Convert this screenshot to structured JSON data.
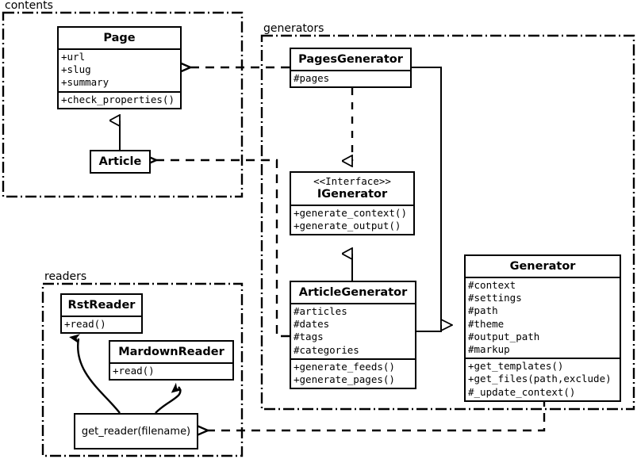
{
  "diagram": {
    "title": "Pelican architecture UML class diagram",
    "stroke_color": "#000000",
    "background_color": "#ffffff"
  },
  "packages": [
    {
      "id": "contents",
      "label": "contents"
    },
    {
      "id": "generators",
      "label": "generators"
    },
    {
      "id": "readers",
      "label": "readers"
    }
  ],
  "classes": {
    "page": {
      "name": "Page",
      "attributes": [
        "+url",
        "+slug",
        "+summary"
      ],
      "operations": [
        "+check_properties()"
      ]
    },
    "article": {
      "name": "Article",
      "attributes": [],
      "operations": []
    },
    "pages_generator": {
      "name": "PagesGenerator",
      "attributes": [
        "#pages"
      ],
      "operations": []
    },
    "igenerator": {
      "stereotype": "<<Interface>>",
      "name": "IGenerator",
      "attributes": [],
      "operations": [
        "+generate_context()",
        "+generate_output()"
      ]
    },
    "article_generator": {
      "name": "ArticleGenerator",
      "attributes": [
        "#articles",
        "#dates",
        "#tags",
        "#categories"
      ],
      "operations": [
        "+generate_feeds()",
        "+generate_pages()"
      ]
    },
    "generator": {
      "name": "Generator",
      "attributes": [
        "#context",
        "#settings",
        "#path",
        "#theme",
        "#output_path",
        "#markup"
      ],
      "operations": [
        "+get_templates()",
        "+get_files(path,exclude)",
        "#_update_context()"
      ]
    },
    "rst_reader": {
      "name": "RstReader",
      "attributes": [],
      "operations": [
        "+read()"
      ]
    },
    "mardown_reader": {
      "name": "MardownReader",
      "attributes": [],
      "operations": [
        "+read()"
      ]
    },
    "get_reader": {
      "name": "get_reader(filename)"
    }
  },
  "relationships": [
    {
      "from": "article",
      "to": "page",
      "type": "generalization"
    },
    {
      "from": "pages_generator",
      "to": "igenerator",
      "type": "realization"
    },
    {
      "from": "article_generator",
      "to": "igenerator",
      "type": "generalization"
    },
    {
      "from": "pages_generator",
      "to": "generator",
      "type": "generalization"
    },
    {
      "from": "article_generator",
      "to": "generator",
      "type": "generalization"
    },
    {
      "from": "pages_generator",
      "to": "page",
      "type": "dependency"
    },
    {
      "from": "article_generator",
      "to": "article",
      "type": "dependency"
    },
    {
      "from": "generator",
      "to": "get_reader",
      "type": "dependency"
    },
    {
      "from": "get_reader",
      "to": "rst_reader",
      "type": "uses"
    },
    {
      "from": "get_reader",
      "to": "mardown_reader",
      "type": "uses"
    }
  ]
}
